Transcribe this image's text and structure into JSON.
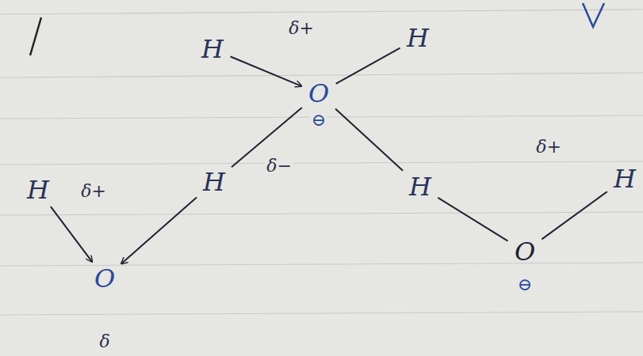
{
  "diagram": {
    "nodes": [
      {
        "text": [
          "H"
        ]
      },
      {
        "text": [
          "H"
        ]
      },
      {
        "text": [
          "O"
        ]
      },
      {
        "text": [
          "H"
        ]
      },
      {
        "text": [
          "H"
        ]
      },
      {
        "text": [
          "H"
        ]
      },
      {
        "text": [
          "H"
        ]
      },
      {
        "text": [
          "O"
        ]
      },
      {
        "text": [
          "O"
        ]
      }
    ],
    "edges": [
      {
        "from": 0,
        "to": 2,
        "arrow": "to"
      },
      {
        "from": 1,
        "to": 2,
        "arrow": "none"
      },
      {
        "from": 2,
        "to": 4,
        "arrow": "none"
      },
      {
        "from": 2,
        "to": 5,
        "arrow": "none"
      },
      {
        "from": 3,
        "to": 7,
        "arrow": "to"
      },
      {
        "from": 4,
        "to": 7,
        "arrow": "to"
      },
      {
        "from": 5,
        "to": 8,
        "arrow": "none"
      },
      {
        "from": 8,
        "to": 6,
        "arrow": "none"
      }
    ],
    "labels": [
      "δ+",
      "δ−",
      "δ+",
      "δ+",
      "⊖",
      "⊖",
      "δ"
    ]
  }
}
